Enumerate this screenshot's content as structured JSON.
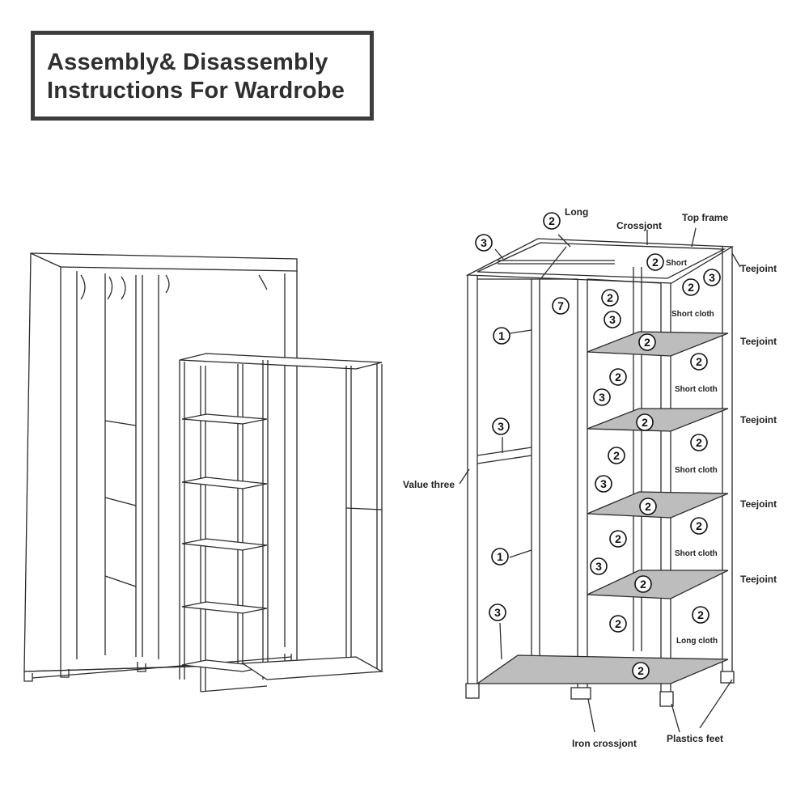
{
  "title": {
    "line1": "Assembly& Disassembly",
    "line2": "Instructions For Wardrobe"
  },
  "labels": {
    "long": "Long",
    "crossjont": "Crossjont",
    "top_frame": "Top frame",
    "short": "Short",
    "teejoint": "Teejoint",
    "short_cloth": "Short cloth",
    "value_three": "Value three",
    "long_cloth": "Long cloth",
    "iron_crossjont": "Iron crossjont",
    "plastics_feet": "Plastics feet"
  },
  "part_numbers": {
    "one": "1",
    "two": "2",
    "three": "3",
    "seven": "7"
  },
  "colors": {
    "line": "#2a2a2a",
    "shelf_fill": "#bdbdbd",
    "title_border": "#3d3d3d"
  }
}
